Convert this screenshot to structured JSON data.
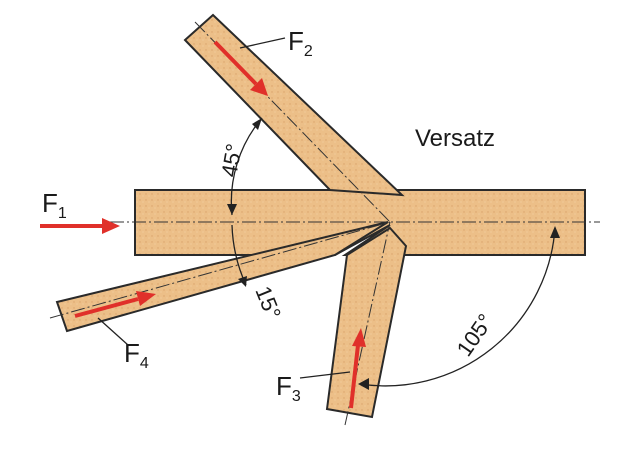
{
  "diagram": {
    "forces": {
      "f1": {
        "letter": "F",
        "index": "1"
      },
      "f2": {
        "letter": "F",
        "index": "2"
      },
      "f3": {
        "letter": "F",
        "index": "3"
      },
      "f4": {
        "letter": "F",
        "index": "4"
      }
    },
    "angles": {
      "a45": "45°",
      "a15": "15°",
      "a105": "105°"
    },
    "caption": "Versatz",
    "colors": {
      "wood": "#ecbf88",
      "force_arrow": "#e0302a",
      "outline": "#2a2a2a"
    }
  }
}
